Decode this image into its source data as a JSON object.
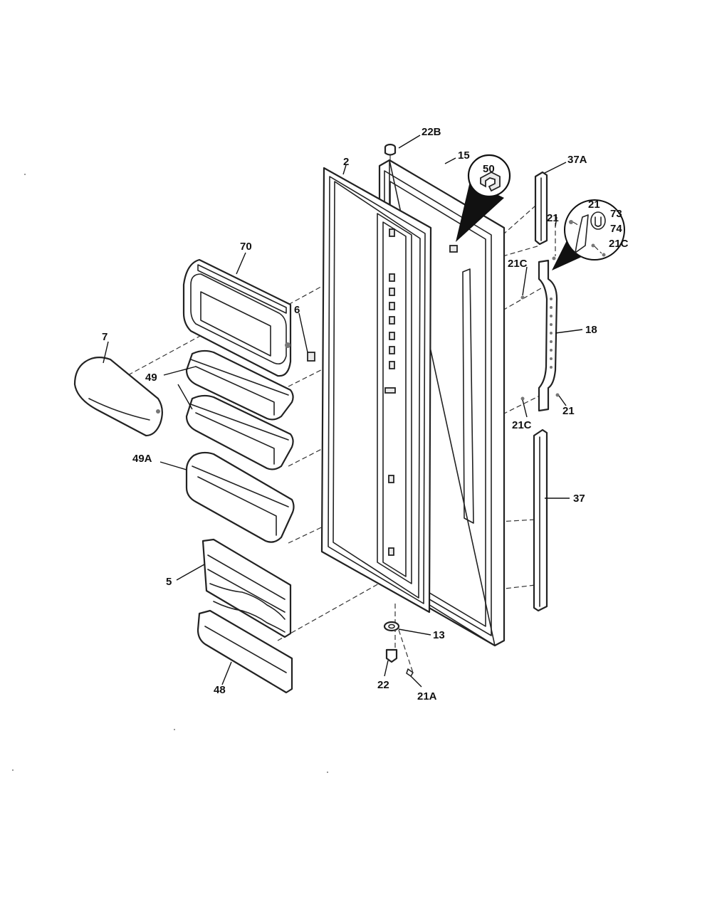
{
  "labels": {
    "l22B": "22B",
    "l15": "15",
    "l2": "2",
    "l50": "50",
    "l37A": "37A",
    "l21_top": "21",
    "l21_inset": "21",
    "l73": "73",
    "l74": "74",
    "l21C_inset": "21C",
    "l21C_upper": "21C",
    "l70": "70",
    "l6": "6",
    "l7": "7",
    "l49": "49",
    "l18": "18",
    "l21_mid": "21",
    "l21C_lower": "21C",
    "l49A": "49A",
    "l37": "37",
    "l5": "5",
    "l13": "13",
    "l22": "22",
    "l21A": "21A",
    "l48": "48"
  }
}
